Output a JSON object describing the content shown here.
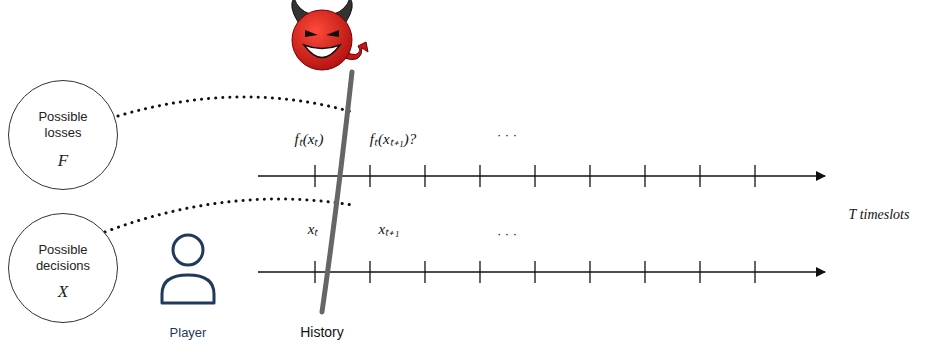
{
  "diagram": {
    "nodes": [
      {
        "text": [
          "Possible losses",
          "F"
        ]
      },
      {
        "text": [
          "Possible decisions",
          "X"
        ]
      }
    ],
    "labels": [
      "fₜ(xₜ)",
      "fₜ(xₜ₊₁)?",
      "· · ·",
      "T timeslots",
      "xₜ",
      "xₜ₊₁",
      "· · ·",
      "Player",
      "History"
    ]
  }
}
